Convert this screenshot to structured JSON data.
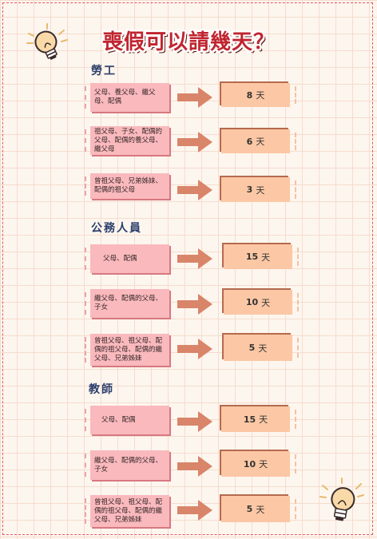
{
  "title": "喪假可以請幾天？",
  "colors": {
    "title": "#c0242f",
    "left_box": "#f9b9bd",
    "right_box": "#fcc7a4",
    "arrow": "#d9856a"
  },
  "icons": {
    "top_left": "lightbulb-icon",
    "bottom_right": "lightbulb-icon"
  },
  "sections": [
    {
      "name": "勞工",
      "rows": [
        {
          "relatives": "父母、養父母、繼父母、配偶",
          "days": "8",
          "unit": "天"
        },
        {
          "relatives": "祖父母、子女、配偶的父母、配偶的養父母、繼父母",
          "days": "6",
          "unit": "天"
        },
        {
          "relatives": "曾祖父母、兄弟姊妹、配偶的祖父母",
          "days": "3",
          "unit": "天"
        }
      ]
    },
    {
      "name": "公務人員",
      "rows": [
        {
          "relatives": "父母、配偶",
          "days": "15",
          "unit": "天"
        },
        {
          "relatives": "繼父母、配偶的父母、子女",
          "days": "10",
          "unit": "天"
        },
        {
          "relatives": "曾祖父母、祖父母、配偶的祖父母、配偶的繼父母、兄弟姊妹",
          "days": "5",
          "unit": "天"
        }
      ]
    },
    {
      "name": "教師",
      "rows": [
        {
          "relatives": "父母、配偶",
          "days": "15",
          "unit": "天"
        },
        {
          "relatives": "繼父母、配偶的父母、子女",
          "days": "10",
          "unit": "天"
        },
        {
          "relatives": "曾祖父母、祖父母、配偶的祖父母、配偶的繼父母、兄弟姊妹",
          "days": "5",
          "unit": "天"
        }
      ]
    }
  ]
}
